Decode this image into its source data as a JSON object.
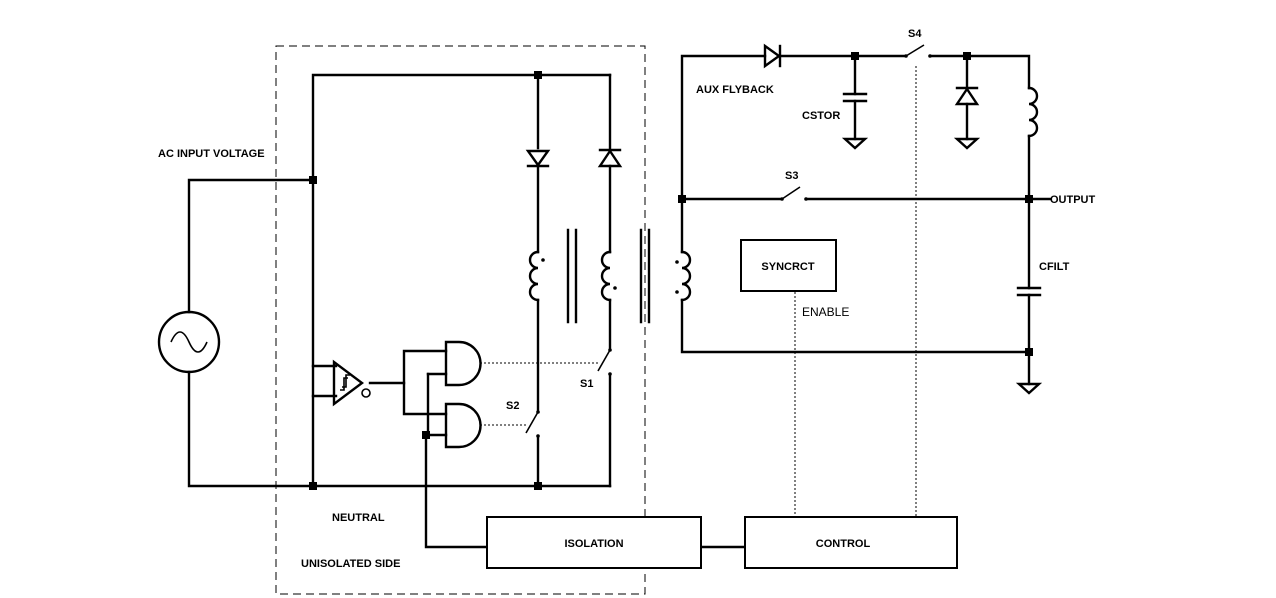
{
  "labels": {
    "ac_input_voltage": "AC INPUT VOLTAGE",
    "neutral": "NEUTRAL",
    "unisolated_side": "UNISOLATED SIDE",
    "s1": "S1",
    "s2": "S2",
    "s3": "S3",
    "s4": "S4",
    "aux_flyback": "AUX FLYBACK",
    "cstor": "CSTOR",
    "output": "OUTPUT",
    "cfilt": "CFILT",
    "enable": "ENABLE"
  },
  "blocks": {
    "syncrct": "SYNCRCT",
    "isolation": "ISOLATION",
    "control": "CONTROL"
  }
}
